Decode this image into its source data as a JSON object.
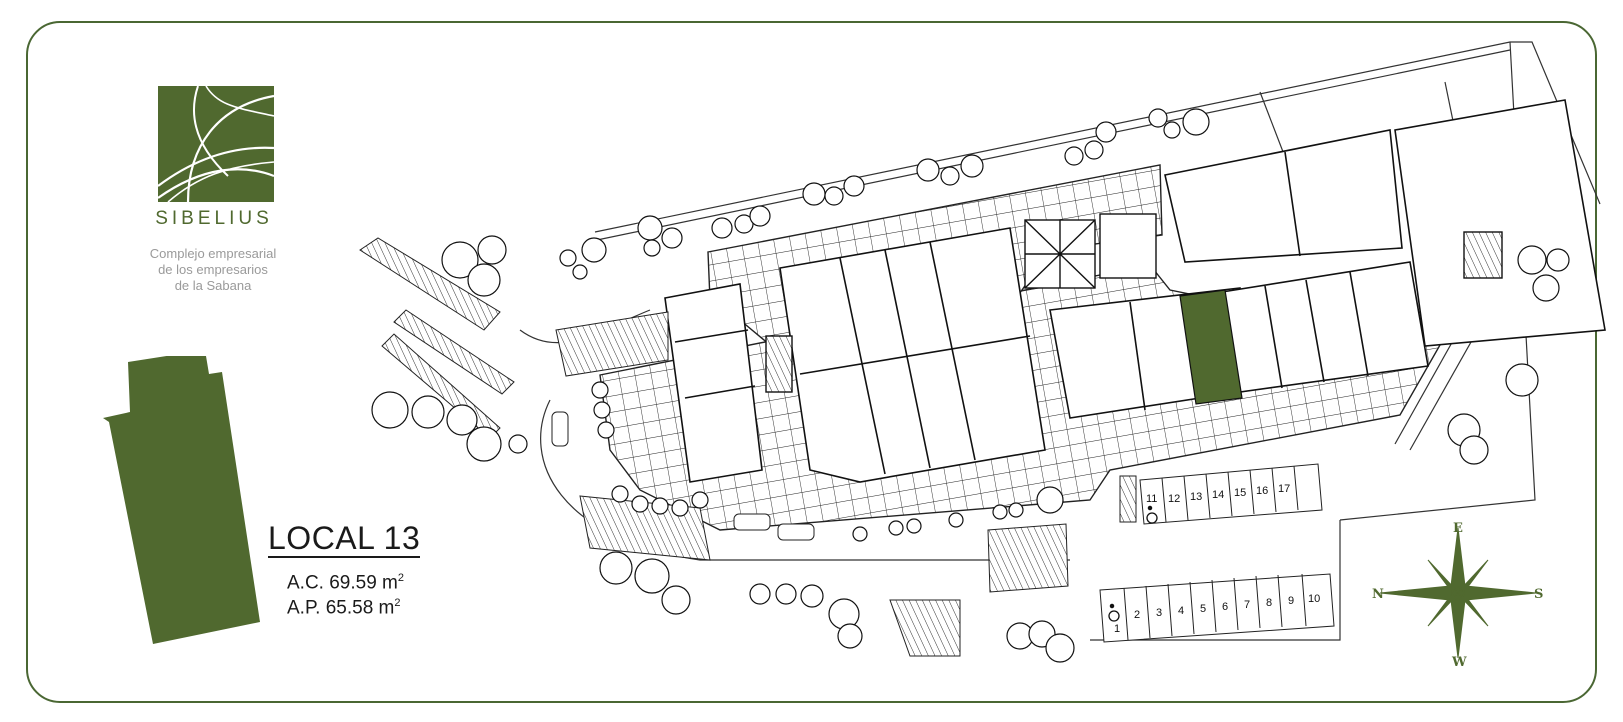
{
  "brand": {
    "name": "SIBELIUS",
    "tagline_lines": [
      "Complejo empresarial",
      "de los empresarios",
      "de la Sabana"
    ],
    "color": "#50692f"
  },
  "unit": {
    "title": "LOCAL 13",
    "ac_label": "A.C. 69.59 m",
    "ap_label": "A.P. 65.58 m",
    "area_exponent": "2",
    "highlight_color": "#50692f"
  },
  "parking": {
    "upper_row": [
      "11",
      "12",
      "13",
      "14",
      "15",
      "16",
      "17"
    ],
    "lower_row": [
      "1",
      "2",
      "3",
      "4",
      "5",
      "6",
      "7",
      "8",
      "9",
      "10"
    ]
  },
  "compass": {
    "north": "N",
    "south": "S",
    "east": "E",
    "west": "W"
  },
  "icons": {
    "accessible_parking": "wheelchair-icon",
    "tree": "tree-icon",
    "compass": "compass-rose-icon"
  },
  "frame_color": "#4a6733"
}
